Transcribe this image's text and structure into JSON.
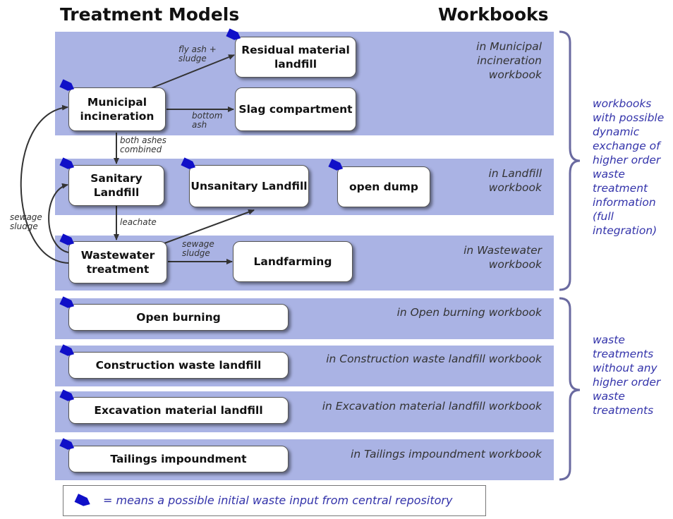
{
  "headers": {
    "left": "Treatment Models",
    "right": "Workbooks"
  },
  "nodes": {
    "residual": "Residual material landfill",
    "municipal": "Municipal incineration",
    "slag": "Slag compartment",
    "sanitary": "Sanitary Landfill",
    "unsanitary": "Unsanitary Landfill",
    "open_dump": "open dump",
    "wastewater": "Wastewater treatment",
    "landfarming": "Landfarming",
    "open_burning": "Open burning",
    "construction": "Construction waste landfill",
    "excavation": "Excavation material landfill",
    "tailings": "Tailings impoundment"
  },
  "workbooks": {
    "municipal": "in Municipal incineration workbook",
    "landfill": "in Landfill workbook",
    "wastewater": "in Wastewater workbook",
    "open_burning": "in Open burning workbook",
    "construction": "in Construction waste landfill workbook",
    "excavation": "in Excavation material landfill workbook",
    "tailings": "in Tailings impoundment workbook"
  },
  "edge_labels": {
    "fly_ash": "fly ash + sludge",
    "bottom_ash": "bottom ash",
    "both_ashes": "both ashes combined",
    "leachate": "leachate",
    "sewage_sludge_right": "sewage sludge",
    "sewage_sludge_left": "sewage sludge"
  },
  "side_notes": {
    "integration": "workbooks with possible dynamic exchange of higher order waste treatment information (full integration)",
    "no_higher": "waste treatments without any higher order waste treatments"
  },
  "legend": {
    "text": "= means a possible initial waste input from central repository"
  },
  "colors": {
    "band": "#aab3e4",
    "marker": "#1010c8",
    "accent_text": "#3333aa",
    "brace": "#6a6aa0"
  },
  "icons": {
    "marker": "blue-pentagon-input-marker"
  }
}
